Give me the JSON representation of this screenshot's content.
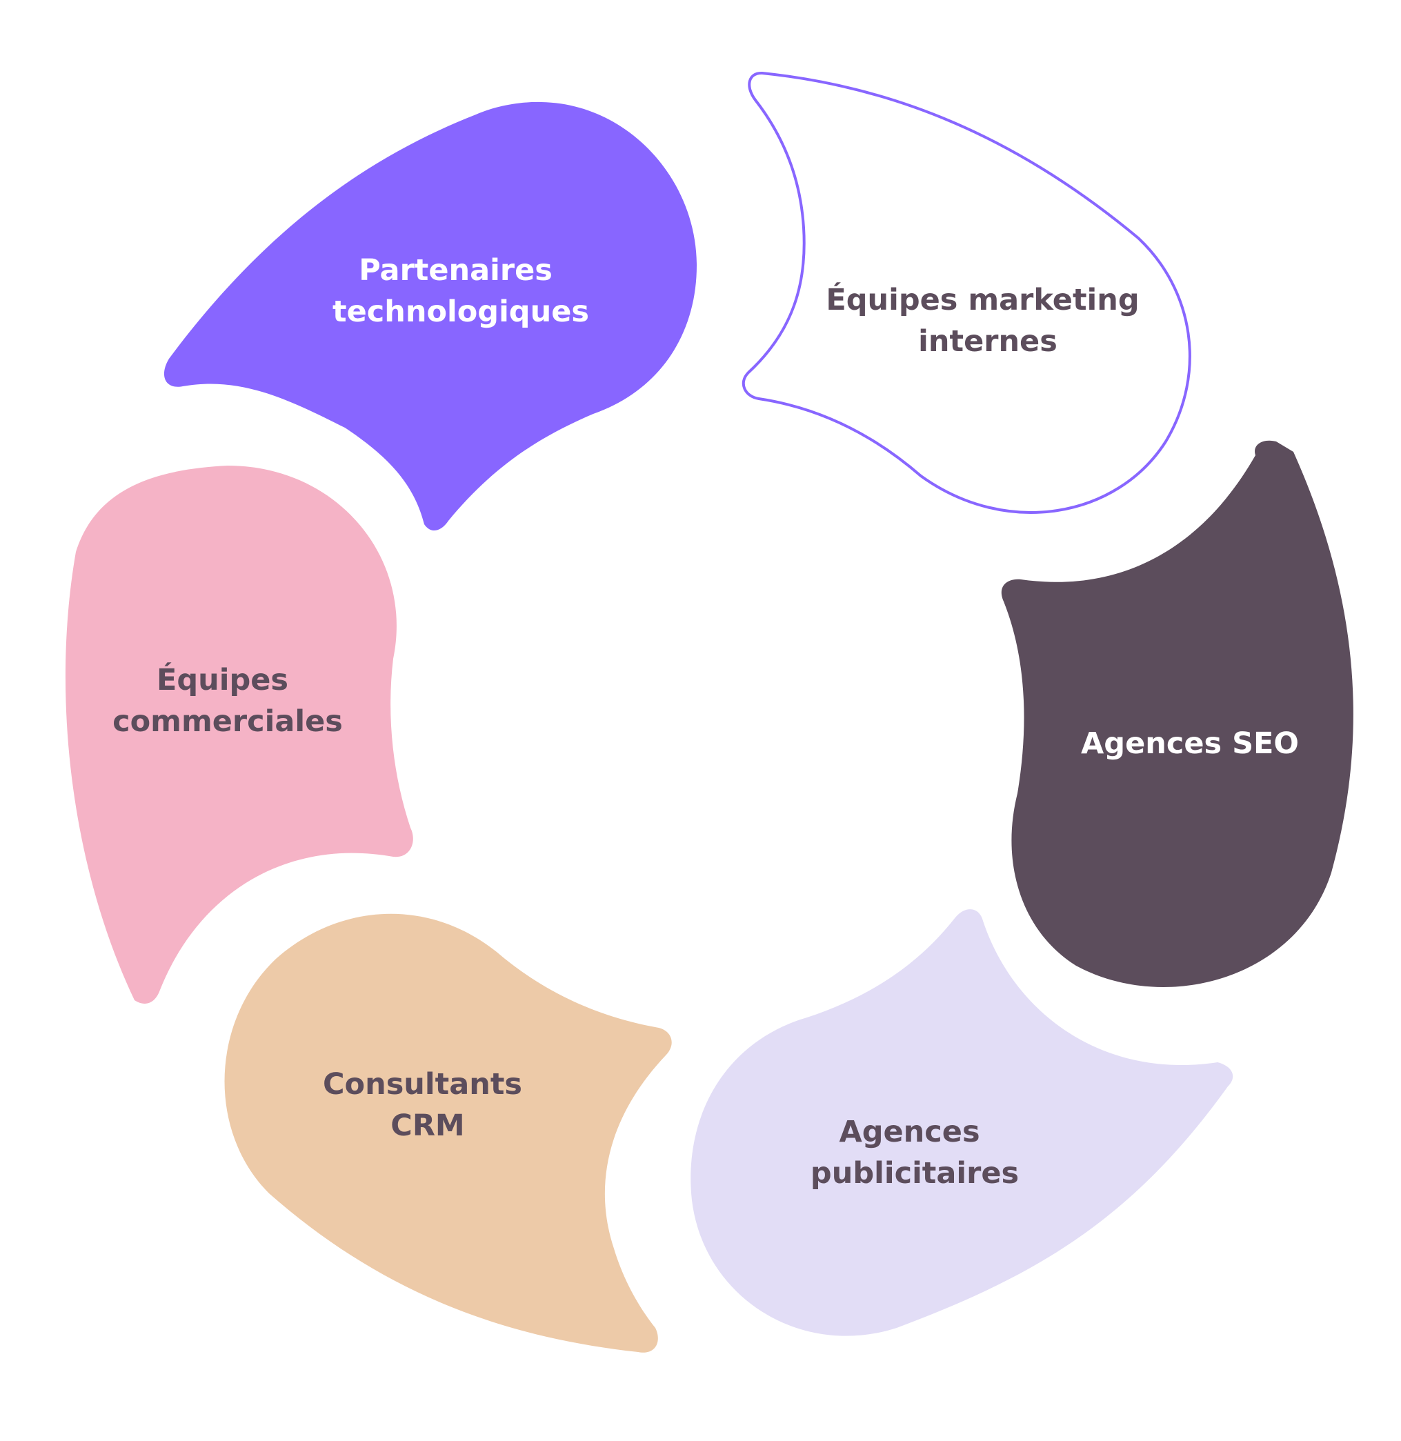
{
  "diagram": {
    "segments": [
      {
        "id": "partenaires",
        "lines": [
          "Partenaires",
          "technologiques"
        ],
        "fill": "#8866FF",
        "stroke": "none",
        "text_color": "#FFFFFF"
      },
      {
        "id": "marketing",
        "lines": [
          "Équipes marketing",
          "internes"
        ],
        "fill": "#FFFFFF",
        "stroke": "#8866FF",
        "text_color": "#5C4D5C"
      },
      {
        "id": "seo",
        "lines": [
          "Agences SEO"
        ],
        "fill": "#5C4D5C",
        "stroke": "none",
        "text_color": "#FFFFFF"
      },
      {
        "id": "publicitaires",
        "lines": [
          "Agences",
          "publicitaires"
        ],
        "fill": "#E2DDF6",
        "stroke": "none",
        "text_color": "#5C4D5C"
      },
      {
        "id": "crm",
        "lines": [
          "Consultants",
          "CRM"
        ],
        "fill": "#EDCAA8",
        "stroke": "none",
        "text_color": "#5C4D5C"
      },
      {
        "id": "commerciales",
        "lines": [
          "Équipes",
          "commerciales"
        ],
        "fill": "#F5B3C6",
        "stroke": "none",
        "text_color": "#5C4D5C"
      }
    ]
  }
}
